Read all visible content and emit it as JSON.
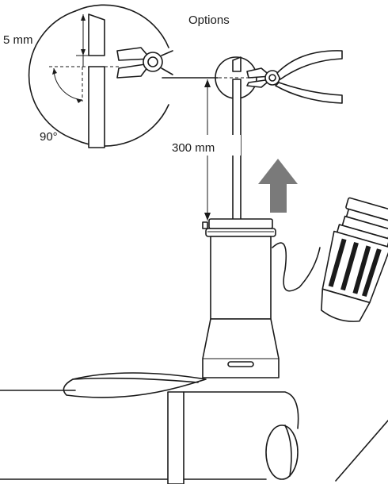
{
  "labels": {
    "options": "Options",
    "gap": "5 mm",
    "angle": "90°",
    "height": "300 mm"
  },
  "colors": {
    "line": "#1a1a1a",
    "arrow": "#7a7a7a",
    "background": "#ffffff"
  },
  "icons": {
    "cutter": "side-cutter-pliers",
    "direction": "up-arrow",
    "tip": "sensor-cap"
  }
}
